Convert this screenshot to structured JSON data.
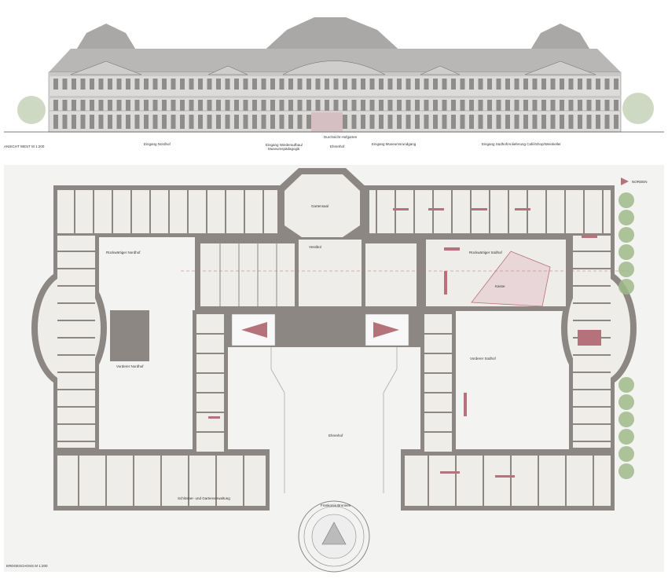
{
  "elevation": {
    "title": "ANSICHT WEST  M 1:200",
    "labels": {
      "entrance_north": "Eingang Nordhof",
      "entrance_rebuild": "Eingang Wiederaufbau/",
      "entrance_rebuild_2": "Museumspädagogik",
      "view_garden": "Durchsicht Hofgarten",
      "court_of_honour": "Ehrenhof",
      "entrance_museum": "Eingang Museumsrundgang",
      "entrance_south": "Eingang Südhof/Anlieferung Café/Shop/Weinkeller"
    }
  },
  "plan": {
    "title": "ERDGESCHOSS  M 1:200",
    "north_label": "NORDEN",
    "rooms": {
      "garden_hall": "Gartensaal",
      "vestibule": "Vestibül",
      "rear_north_court": "Rückwärtiger Nordhof",
      "rear_south_court": "Rückwärtiger Südhof",
      "front_north_court": "Vorderer Nordhof",
      "front_south_court": "Vorderer Südhof",
      "court_of_honour": "Ehrenhof",
      "ticket": "Kasse",
      "administration": "Schlösser- und Gartenverwaltung",
      "fountain": "Frankonia Brunnen"
    }
  },
  "colors": {
    "wall": "#8c8782",
    "room": "#efedea",
    "ground": "#f3f3f2",
    "accent": "#b5727a",
    "tree": "#9fb98a",
    "facade": "#d9d8d6",
    "roof": "#a9a8a6"
  }
}
